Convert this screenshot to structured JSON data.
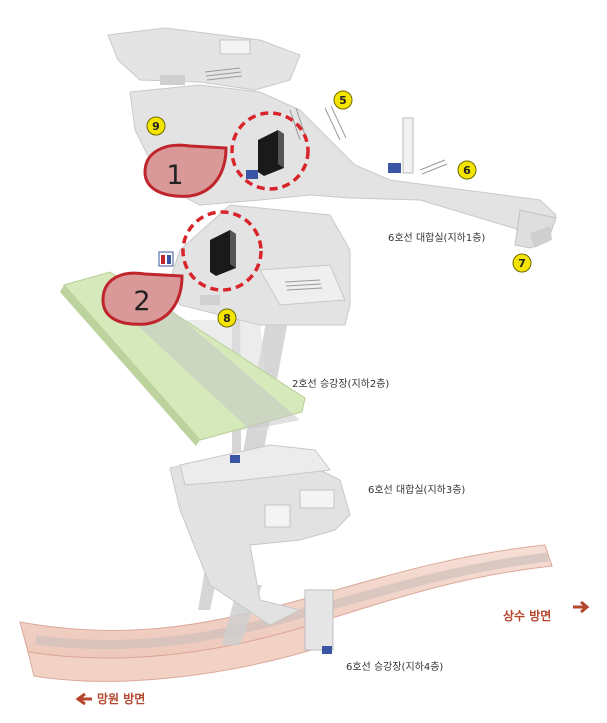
{
  "map": {
    "levels": {
      "b1": "6호선 대합실(지하1층)",
      "b2": "2호선 승강장(지하2층)",
      "b3": "6호선 대합실(지하3층)",
      "b4": "6호선 승강장(지하4층)"
    },
    "directions": {
      "right": "상수 방면",
      "left": "망원 방면"
    },
    "exits": [
      "5",
      "6",
      "7",
      "8",
      "9"
    ],
    "markers": [
      {
        "number": "1",
        "level": "b1"
      },
      {
        "number": "2",
        "level": "b2"
      }
    ],
    "colors": {
      "floor": "#e3e3e3",
      "floor_edge": "#c9c9c9",
      "platform_green": "#d5e8b9",
      "platform_pink": "#f2d6cc",
      "marker_fill": "#d99999",
      "marker_stroke": "#c0252c",
      "exit_badge": "#f5e400",
      "direction_text": "#b5472f"
    }
  }
}
